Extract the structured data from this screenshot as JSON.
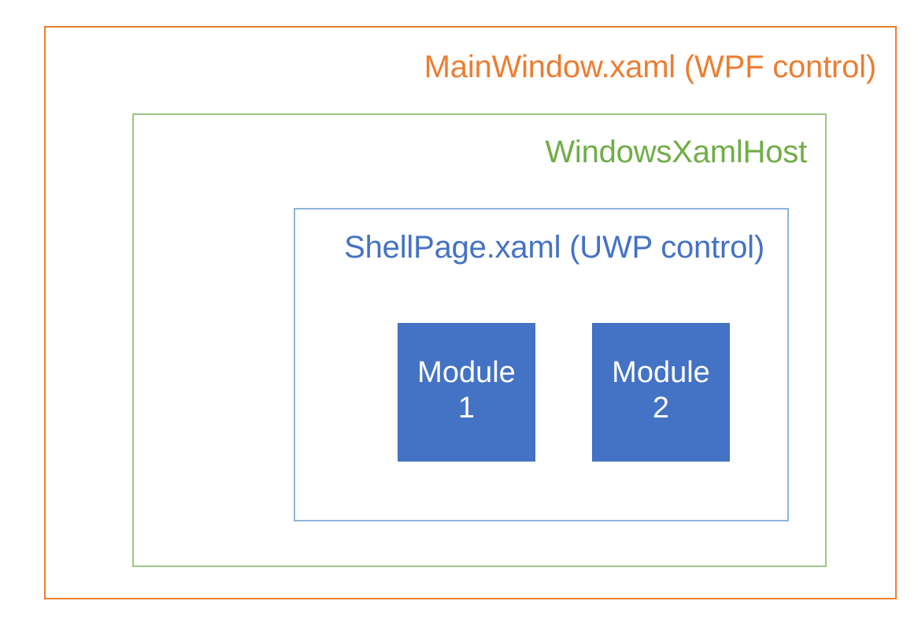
{
  "diagram": {
    "title": "MainWindow.xaml (WPF control)",
    "layers": {
      "outer": {
        "label": "MainWindow.xaml (WPF control)",
        "border_color": "#ED7D31",
        "text_color": "#ED7D31"
      },
      "middle": {
        "label": "WindowsXamlHost",
        "border_color": "#9CC785",
        "text_color": "#70AD47"
      },
      "inner": {
        "label": "ShellPage.xaml (UWP control)",
        "border_color": "#8FB4DA",
        "text_color": "#4472C4"
      }
    },
    "modules": [
      {
        "name_line_1": "Module",
        "name_line_2": "1",
        "fill_color": "#4472C4",
        "text_color": "#FFFFFF"
      },
      {
        "name_line_1": "Module",
        "name_line_2": "2",
        "fill_color": "#4472C4",
        "text_color": "#FFFFFF"
      }
    ],
    "background_color": "#FFFFFF"
  }
}
